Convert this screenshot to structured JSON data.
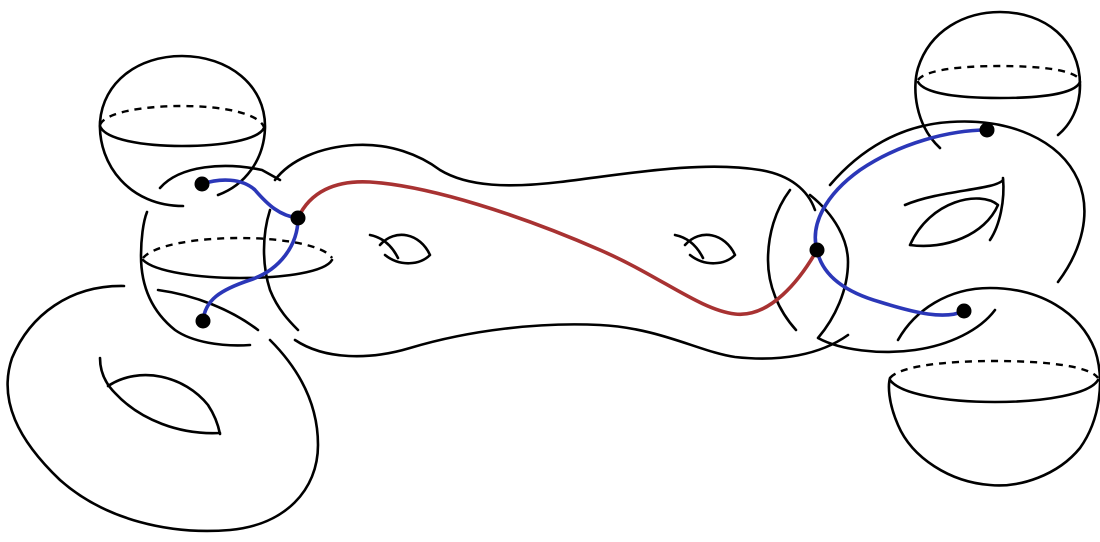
{
  "colors": {
    "outline": "#000000",
    "red_arc": "#a83232",
    "blue_arc": "#2b37b8",
    "vertex": "#000000",
    "background": "#ffffff"
  },
  "components": [
    "central-genus-two-surface",
    "left-torus",
    "right-torus",
    "upper-left-sphere",
    "middle-left-sphere",
    "upper-right-sphere",
    "lower-right-sphere"
  ],
  "arcs": {
    "red": 1,
    "blue": 4
  },
  "vertices": 6
}
